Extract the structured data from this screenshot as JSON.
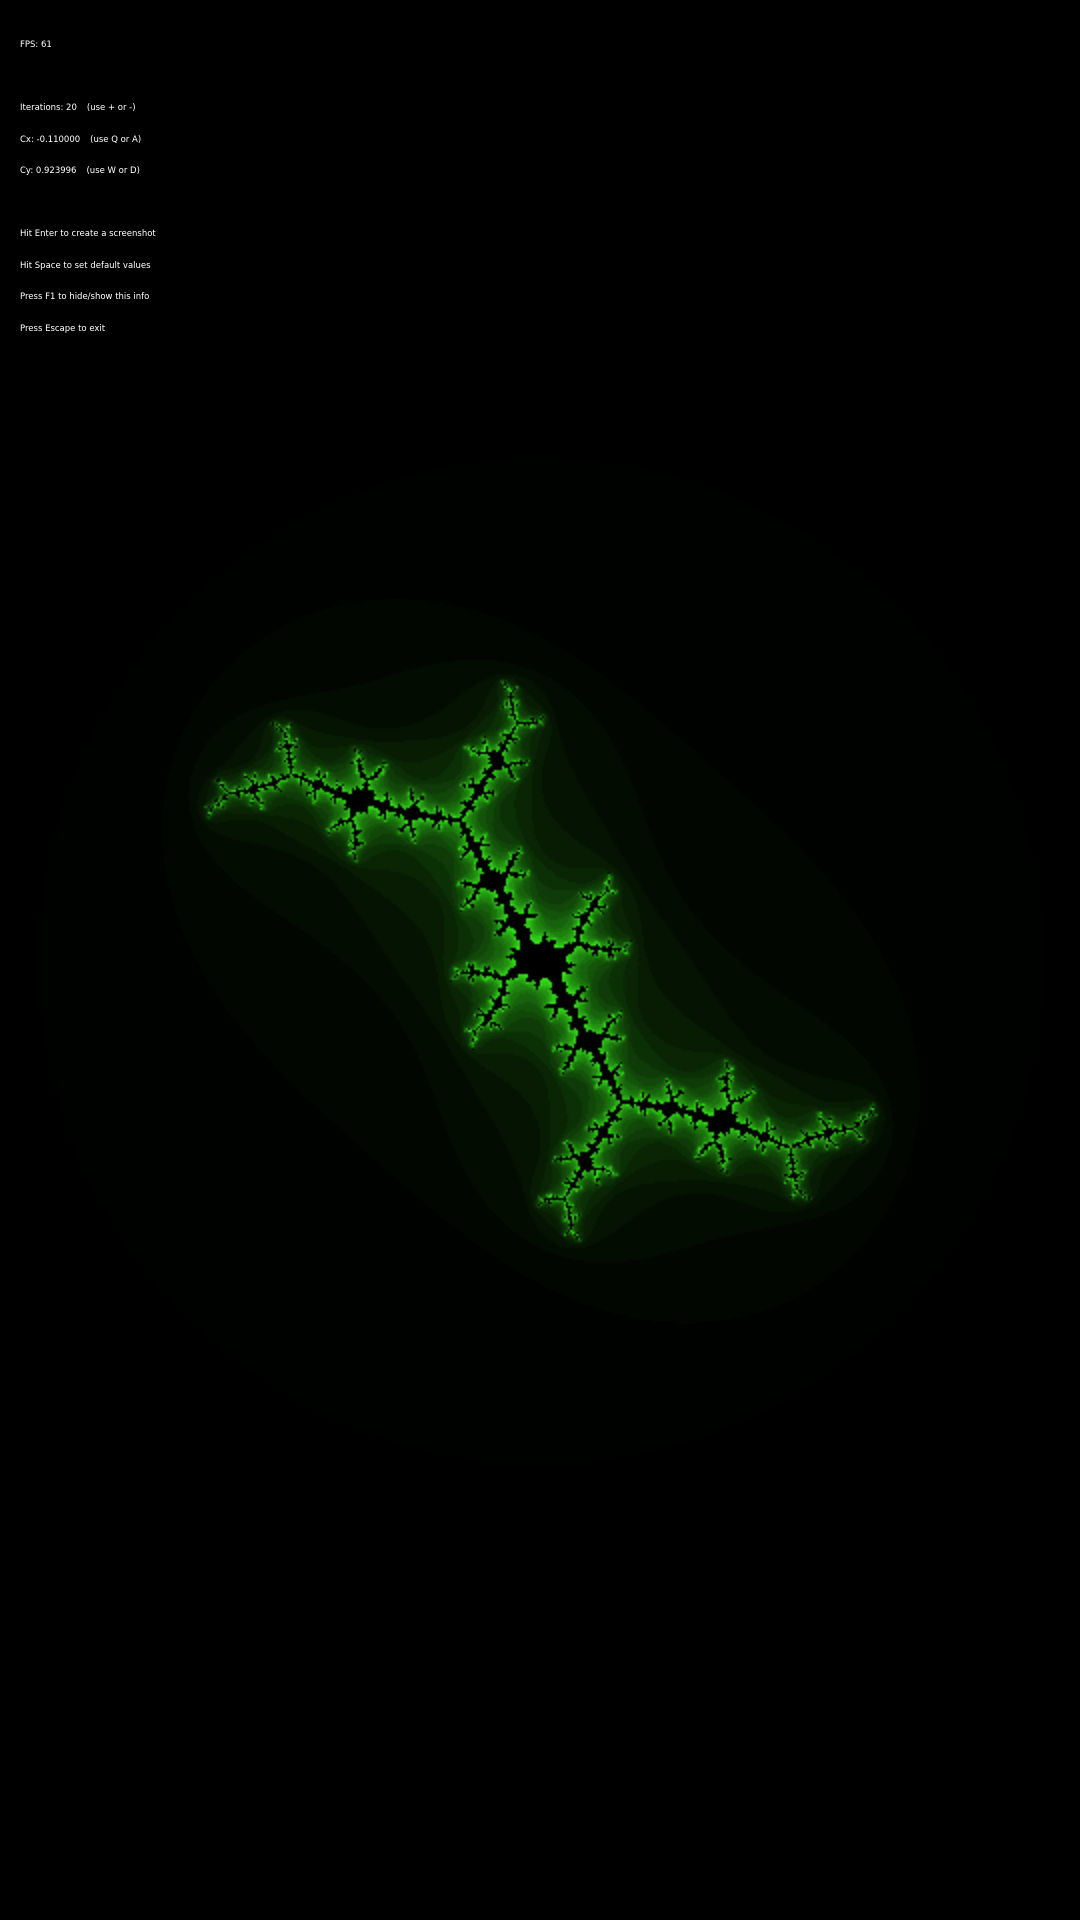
{
  "info": {
    "fps": "FPS: 61",
    "iterations": {
      "label": "Iterations: 20",
      "hint": "(use + or -)"
    },
    "cx": {
      "label": "Cx: -0.110000",
      "hint": "(use Q or A)"
    },
    "cy": {
      "label": "Cy: 0.923996",
      "hint": "(use W or D)"
    },
    "help": [
      "Hit Enter to create a screenshot",
      "Hit Space to set default values",
      "Press F1 to hide/show this info",
      "Press Escape to exit"
    ]
  },
  "fractal": {
    "type": "julia",
    "c_real": -0.11,
    "c_imag": 0.923996,
    "max_iterations": 20,
    "background_color": "#000000",
    "set_color": "#000000",
    "escape_color": "#3cff1e"
  }
}
